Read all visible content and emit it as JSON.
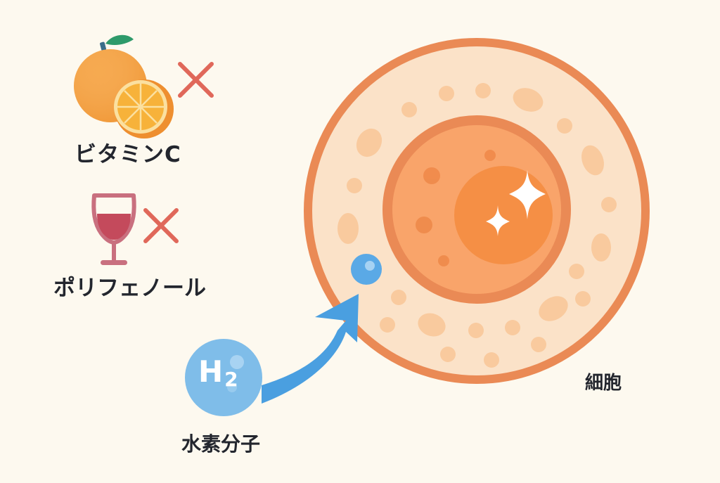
{
  "background_color": "#fdf9ef",
  "items": [
    {
      "name": "vitamin-c",
      "label": "ビタミンC",
      "icon": "orange-icon",
      "status": "cross-mark",
      "status_color": "#e0685a"
    },
    {
      "name": "polyphenol",
      "label": "ポリフェノール",
      "icon": "wine-glass-icon",
      "status": "cross-mark",
      "status_color": "#e0685a"
    }
  ],
  "molecule": {
    "label": "水素分子",
    "symbol": "H",
    "subscript": "2",
    "color": "#6fb3e8"
  },
  "arrow": {
    "color": "#4a9fe0",
    "direction": "toward-cell"
  },
  "cell": {
    "label": "細胞",
    "membrane_color": "#ea8a55",
    "cytoplasm_color": "#fbe2c8",
    "nucleus_color": "#f9a46a",
    "nucleolus_color": "#f58f45",
    "sparkle_color": "#ffffff"
  },
  "colors": {
    "text": "#23262e",
    "cross": "#e0685a",
    "orange": "#f5a03c",
    "wine": "#c44a5c",
    "glass": "#c9707f"
  }
}
